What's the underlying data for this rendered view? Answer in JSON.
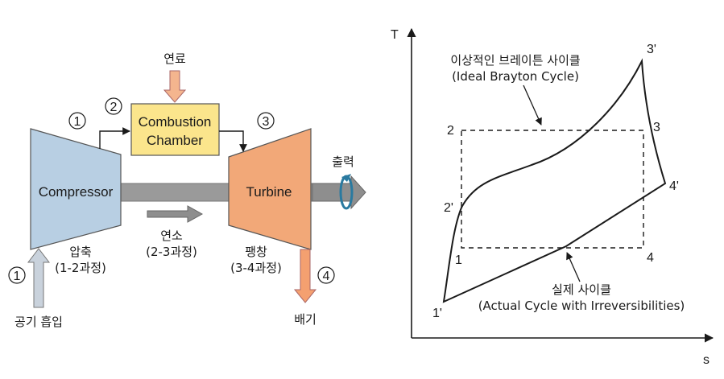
{
  "schematic": {
    "fuel_label": "연료",
    "combustion_chamber_line1": "Combustion",
    "combustion_chamber_line2": "Chamber",
    "compressor_label": "Compressor",
    "turbine_label": "Turbine",
    "output_label": "출력",
    "combustion_line1": "연소",
    "combustion_line2": "(2-3과정)",
    "compression_line1": "압축",
    "compression_line2": "(1-2과정)",
    "expansion_line1": "팽창",
    "expansion_line2": "(3-4과정)",
    "intake_label": "공기 흡입",
    "exhaust_label": "배기",
    "circle1_top": "1",
    "circle2": "2",
    "circle3": "3",
    "circle1_bottom": "1",
    "circle4": "4"
  },
  "ts_diagram": {
    "y_axis_label": "T",
    "x_axis_label": "s",
    "ideal_line1": "이상적인 브레이튼 사이클",
    "ideal_line2": "(Ideal Brayton Cycle)",
    "actual_line1": "실제 사이클",
    "actual_line2": "(Actual Cycle with Irreversibilities)",
    "points": {
      "p1": "1",
      "p2": "2",
      "p3": "3",
      "p4": "4",
      "p1p": "1'",
      "p2p": "2'",
      "p3p": "3'",
      "p4p": "4'"
    }
  },
  "colors": {
    "compressor": "#b8cfe3",
    "turbine": "#f2a878",
    "combustion_chamber": "#fbe58c",
    "shaft": "#9a9a9a",
    "fuel_arrow": "#f4b58e",
    "exhaust_arrow": "#f4a070",
    "intake_arrow": "#c9d2dc"
  }
}
